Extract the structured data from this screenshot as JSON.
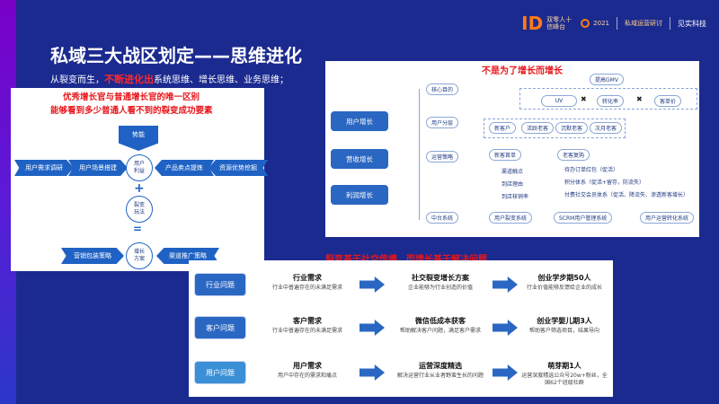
{
  "header": {
    "logo1_mark": "ID",
    "logo1_text": "双零人十信峰台",
    "logo2_text": "2021",
    "logo3_text": "私域运营研讨",
    "logo4_text": "见实科技"
  },
  "title": "私域三大战区划定——思维进化",
  "subtitle": {
    "prefix": "从裂变而生，",
    "highlight": "不断进化出",
    "suffix": "系统思维、增长思维、业务思维；"
  },
  "left_panel": {
    "line1": "优秀增长官与普通增长官的唯一区别",
    "line2": "能够看到多少普通人看不到的裂变成功要素",
    "top_down": "势能",
    "left_items": [
      "用户需求调研",
      "用户场景搭建"
    ],
    "right_items": [
      "产品卖点提炼",
      "资源优势挖掘"
    ],
    "circles": [
      "用户\n利益",
      "裂变\n玩法",
      "增长\n方案"
    ],
    "bottom_up": "",
    "bottom_left": "营销包装策略",
    "bottom_right": "渠道推广策略"
  },
  "right_panel": {
    "caption": "不是为了增长而增长",
    "side_buttons": [
      "用户增长",
      "营收增长",
      "利润增长"
    ],
    "row_labels": [
      "核心目的",
      "用户分层",
      "运营策略",
      "中台系统"
    ],
    "gmv": "提高GMV",
    "uv": "UV",
    "conv": "转化率",
    "price": "客单价",
    "tiers": [
      "新客户",
      "活跃老客",
      "沉默老客",
      "次月老客"
    ],
    "new_head": "新客首单",
    "old_head": "老客复购",
    "new_items": [
      "渠道触点",
      "到店理由",
      "到店核销率"
    ],
    "old_items": [
      "待办订单红包（促活）",
      "积分体系（促活+留存，防流失）",
      "付费社交会员体系（促活、降流失、渗透新客增长）"
    ],
    "systems": [
      "用户裂变系统",
      "SCRM用户管理系统",
      "用户运营转化系统"
    ]
  },
  "bottom": {
    "caption": "裂变基于社交传播，而增长基于解决问题",
    "rows": [
      {
        "label": "行业问题",
        "c1_h": "行业需求",
        "c1_s": "行业中普遍存在的未满足需求",
        "c2_h": "社交裂变增长方案",
        "c2_s": "企业能够为行业创造的价值",
        "c3_h": "创业学步期50人",
        "c3_s": "行业价值能够反馈给企业的成长"
      },
      {
        "label": "客户问题",
        "c1_h": "客户需求",
        "c1_s": "行业中普遍存在的未满足需求",
        "c2_h": "微信低成本获客",
        "c2_s": "帮助解决客户问题，满足客户需求",
        "c3_h": "创业学婴儿期3人",
        "c3_s": "帮助客户筛选项目，结果导向"
      },
      {
        "label": "用户问题",
        "c1_h": "用户需求",
        "c1_s": "用户中存在的需求和痛点",
        "c2_h": "运营深度精选",
        "c2_s": "解决运营行业从业者野蛮生长的问题",
        "c3_h": "萌芽期1人",
        "c3_s": "运营深度精选公众号20w+粉丝，全国62个班级社群"
      }
    ]
  }
}
